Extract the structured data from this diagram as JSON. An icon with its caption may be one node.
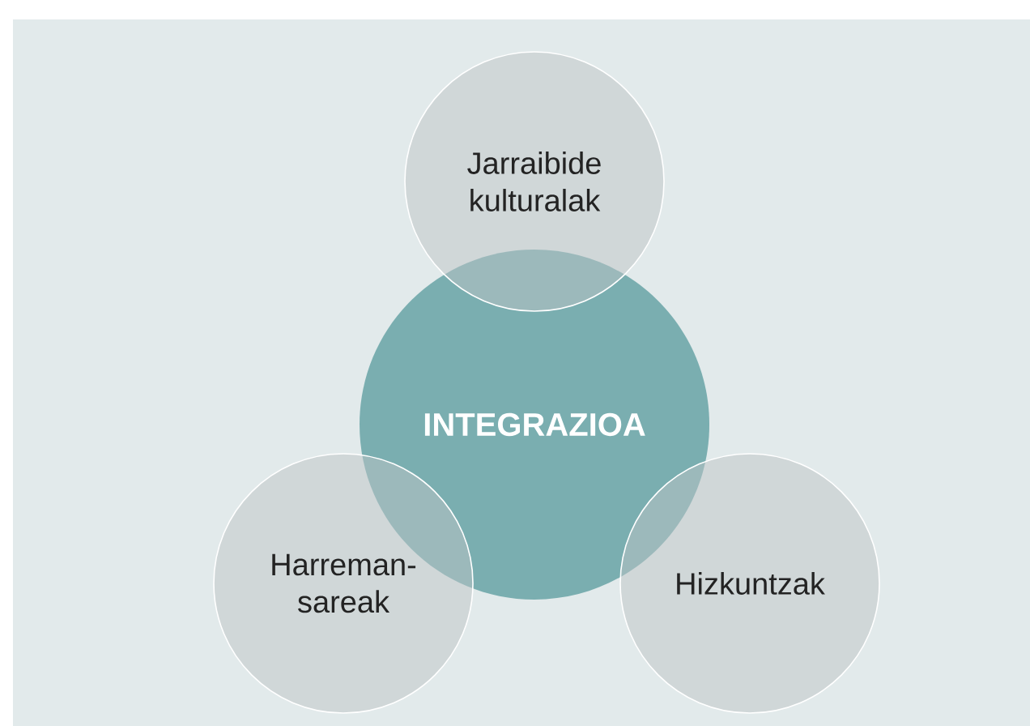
{
  "diagram": {
    "nodes": [
      {
        "text": [
          "Jarraibide kulturalak"
        ]
      },
      {
        "text": [
          "INTEGRAZIOA"
        ]
      },
      {
        "text": [
          "Harreman-sareak"
        ]
      },
      {
        "text": [
          "Hizkuntzak"
        ]
      }
    ]
  }
}
